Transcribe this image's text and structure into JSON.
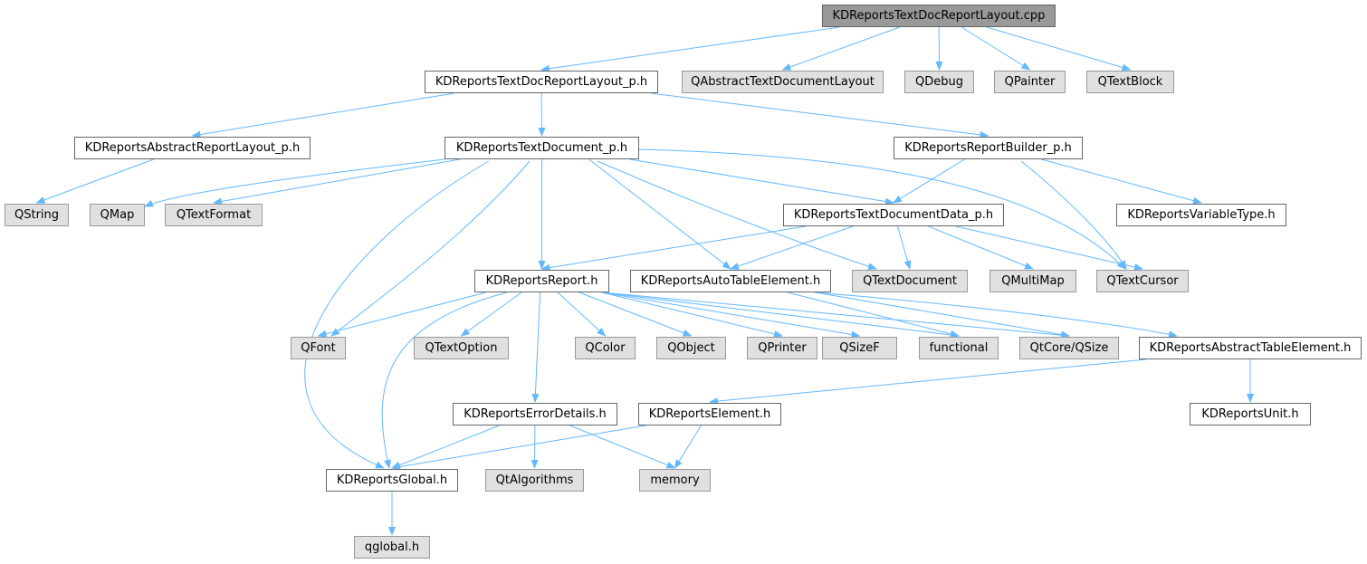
{
  "diagram": {
    "type": "include-dependency-graph",
    "root": "KDReportsTextDocReportLayout.cpp",
    "nodes": [
      {
        "id": "root",
        "label": "KDReportsTextDocReportLayout.cpp",
        "kind": "root"
      },
      {
        "id": "layout_p",
        "label": "KDReportsTextDocReportLayout_p.h",
        "kind": "internal"
      },
      {
        "id": "qabstracttextdoclayout",
        "label": "QAbstractTextDocumentLayout",
        "kind": "external"
      },
      {
        "id": "qdebug",
        "label": "QDebug",
        "kind": "external"
      },
      {
        "id": "qpainter",
        "label": "QPainter",
        "kind": "external"
      },
      {
        "id": "qtextblock",
        "label": "QTextBlock",
        "kind": "external"
      },
      {
        "id": "abstractreportlayout",
        "label": "KDReportsAbstractReportLayout_p.h",
        "kind": "internal"
      },
      {
        "id": "textdocument_p",
        "label": "KDReportsTextDocument_p.h",
        "kind": "internal"
      },
      {
        "id": "reportbuilder",
        "label": "KDReportsReportBuilder_p.h",
        "kind": "internal"
      },
      {
        "id": "qstring",
        "label": "QString",
        "kind": "external"
      },
      {
        "id": "qmap",
        "label": "QMap",
        "kind": "external"
      },
      {
        "id": "qtextformat",
        "label": "QTextFormat",
        "kind": "external"
      },
      {
        "id": "textdocdata",
        "label": "KDReportsTextDocumentData_p.h",
        "kind": "internal"
      },
      {
        "id": "variabletype",
        "label": "KDReportsVariableType.h",
        "kind": "internal"
      },
      {
        "id": "report",
        "label": "KDReportsReport.h",
        "kind": "internal"
      },
      {
        "id": "autotable",
        "label": "KDReportsAutoTableElement.h",
        "kind": "internal"
      },
      {
        "id": "qtextdocument",
        "label": "QTextDocument",
        "kind": "external"
      },
      {
        "id": "qmultimap",
        "label": "QMultiMap",
        "kind": "external"
      },
      {
        "id": "qtextcursor",
        "label": "QTextCursor",
        "kind": "external"
      },
      {
        "id": "qfont",
        "label": "QFont",
        "kind": "external"
      },
      {
        "id": "qtextoption",
        "label": "QTextOption",
        "kind": "external"
      },
      {
        "id": "qcolor",
        "label": "QColor",
        "kind": "external"
      },
      {
        "id": "qobject",
        "label": "QObject",
        "kind": "external"
      },
      {
        "id": "qprinter",
        "label": "QPrinter",
        "kind": "external"
      },
      {
        "id": "qsizef",
        "label": "QSizeF",
        "kind": "external"
      },
      {
        "id": "functional",
        "label": "functional",
        "kind": "external"
      },
      {
        "id": "qtcoreqsize",
        "label": "QtCore/QSize",
        "kind": "external"
      },
      {
        "id": "abstracttable",
        "label": "KDReportsAbstractTableElement.h",
        "kind": "internal"
      },
      {
        "id": "errordetails",
        "label": "KDReportsErrorDetails.h",
        "kind": "internal"
      },
      {
        "id": "element",
        "label": "KDReportsElement.h",
        "kind": "internal"
      },
      {
        "id": "unit",
        "label": "KDReportsUnit.h",
        "kind": "internal"
      },
      {
        "id": "global",
        "label": "KDReportsGlobal.h",
        "kind": "internal"
      },
      {
        "id": "qtalgorithms",
        "label": "QtAlgorithms",
        "kind": "external"
      },
      {
        "id": "memory",
        "label": "memory",
        "kind": "external"
      },
      {
        "id": "qglobal",
        "label": "qglobal.h",
        "kind": "external"
      }
    ],
    "edges": [
      [
        "root",
        "layout_p"
      ],
      [
        "root",
        "qabstracttextdoclayout"
      ],
      [
        "root",
        "qdebug"
      ],
      [
        "root",
        "qpainter"
      ],
      [
        "root",
        "qtextblock"
      ],
      [
        "layout_p",
        "abstractreportlayout"
      ],
      [
        "layout_p",
        "textdocument_p"
      ],
      [
        "layout_p",
        "reportbuilder"
      ],
      [
        "abstractreportlayout",
        "qstring"
      ],
      [
        "textdocument_p",
        "qmap"
      ],
      [
        "textdocument_p",
        "qtextformat"
      ],
      [
        "textdocument_p",
        "textdocdata"
      ],
      [
        "textdocument_p",
        "report"
      ],
      [
        "textdocument_p",
        "autotable"
      ],
      [
        "textdocument_p",
        "qtextdocument"
      ],
      [
        "textdocument_p",
        "qtextcursor"
      ],
      [
        "textdocument_p",
        "qfont"
      ],
      [
        "textdocument_p",
        "global"
      ],
      [
        "reportbuilder",
        "textdocdata"
      ],
      [
        "reportbuilder",
        "variabletype"
      ],
      [
        "reportbuilder",
        "qtextcursor"
      ],
      [
        "textdocdata",
        "report"
      ],
      [
        "textdocdata",
        "autotable"
      ],
      [
        "textdocdata",
        "qtextdocument"
      ],
      [
        "textdocdata",
        "qmultimap"
      ],
      [
        "textdocdata",
        "qtextcursor"
      ],
      [
        "report",
        "qfont"
      ],
      [
        "report",
        "qtextoption"
      ],
      [
        "report",
        "qcolor"
      ],
      [
        "report",
        "qobject"
      ],
      [
        "report",
        "qprinter"
      ],
      [
        "report",
        "qsizef"
      ],
      [
        "report",
        "functional"
      ],
      [
        "report",
        "qtcoreqsize"
      ],
      [
        "report",
        "errordetails"
      ],
      [
        "report",
        "global"
      ],
      [
        "autotable",
        "functional"
      ],
      [
        "autotable",
        "qtcoreqsize"
      ],
      [
        "autotable",
        "abstracttable"
      ],
      [
        "abstracttable",
        "element"
      ],
      [
        "abstracttable",
        "unit"
      ],
      [
        "errordetails",
        "global"
      ],
      [
        "errordetails",
        "qtalgorithms"
      ],
      [
        "errordetails",
        "memory"
      ],
      [
        "element",
        "global"
      ],
      [
        "element",
        "memory"
      ],
      [
        "global",
        "qglobal"
      ]
    ],
    "colors": {
      "edge": "#63b8ff",
      "internal_fill": "#ffffff",
      "internal_border": "#666666",
      "external_fill": "#e0e0e0",
      "external_border": "#999999",
      "root_fill": "#999999"
    }
  }
}
